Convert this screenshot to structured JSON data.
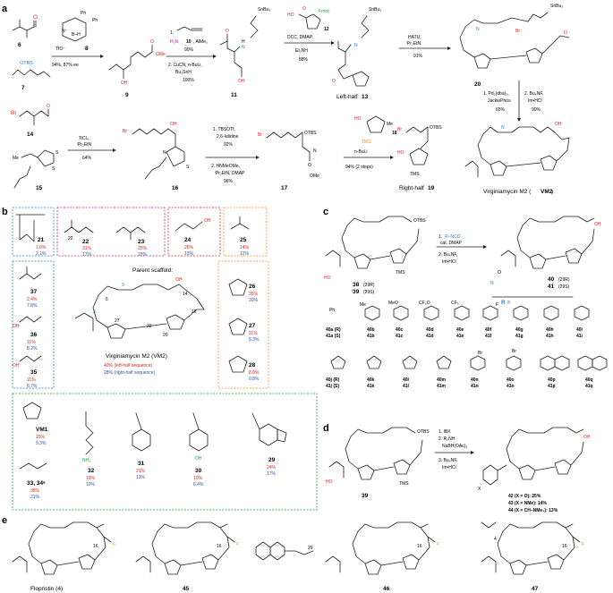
{
  "panels": {
    "a": "a",
    "b": "b",
    "c": "c",
    "d": "d",
    "e": "e"
  },
  "colors": {
    "black": "#231f20",
    "red": "#d7261e",
    "blue": "#2b82c9",
    "teal": "#0f8fa8",
    "green": "#1e9b3a",
    "magenta": "#b2278b",
    "purple": "#7b3fa0",
    "orange": "#f0941e",
    "pct_blue": "#2c4fa3",
    "pct_red": "#d7261e"
  },
  "panel_a": {
    "c6": "6",
    "c7": "7",
    "otbs": "OTBS",
    "c8": "8",
    "tfo": "TfO⁻",
    "ph": "Ph",
    "bh": "B–H",
    "nplus": "N⁺",
    "cond_8": "94%, 87% ee",
    "c9": "9",
    "ome": "OMe",
    "oh": "OH",
    "o": "O",
    "step1": "1.",
    "h2n": "H₂N",
    "c10": "10",
    "alme3": ", AlMe₃",
    "y90": "90%",
    "step2": "2. CuCN, n-BuLi,",
    "bu3snh": "Bu₃SnH",
    "y100": "100%",
    "c11": "11",
    "snbu3": "SnBu₃",
    "h": "H",
    "n": "N",
    "c12": "12",
    "fmoc": "Fmoc",
    "ho": "HO",
    "dcc": "DCC, DMAP,",
    "et2nh": "Et₂NH",
    "y88": "88%",
    "c13": "13",
    "left_half": "Left-half",
    "hatu": "HATU,",
    "ipr2etn": "ⁱPr₂EtN",
    "y91": "91%",
    "c20": "20",
    "br": "Br",
    "pd": "1. Pd₂(dba)₃,",
    "jackie": "JackiePhos",
    "y65": "65%",
    "bu4nf": "2. Bu₄NF,",
    "imhcl": "Im•HCl",
    "y90b": "90%",
    "c14": "14",
    "ticl4": "TiCl₄,",
    "y64": "64%",
    "c15": "15",
    "me": "Me",
    "s": "S",
    "c16": "16",
    "tbsotf": "1. TBSOTf,",
    "lutidine": "2,6-lutidine",
    "y92": "92%",
    "hnmeome": "2. HNMeOMe,",
    "dmap2": "ⁱPr₂EtN, DMAP",
    "y96": "96%",
    "c17": "17",
    "c18": "18",
    "tms": "TMS",
    "nbuli": "n-BuLi",
    "y94": "94% (2 steps)",
    "right_half": "Right-half",
    "c19": "19",
    "vm2": "Virginiamycin M2 (",
    "vm2b": "VM2",
    "vm2c": ")"
  },
  "panel_b": {
    "c21": "21",
    "p21": [
      "1.6%",
      "2.1%"
    ],
    "c22": "22",
    "p22": [
      "31%",
      "17%"
    ],
    "c23": "23",
    "p23": [
      "25%",
      "15%"
    ],
    "c24": "24",
    "p24": [
      "26%",
      "13%"
    ],
    "c25": "25",
    "p25": [
      "14%",
      "12%"
    ],
    "c37": "37",
    "p37": [
      "2.4%",
      "7.8%"
    ],
    "c36": "36",
    "p36": [
      "11%",
      "8.2%"
    ],
    "c35": "35",
    "p35": [
      "11%",
      "8.7%"
    ],
    "c26": "26",
    "p26": [
      "35%",
      "20%"
    ],
    "c27": "27",
    "p27": [
      "11%",
      "8.3%"
    ],
    "c28": "28",
    "p28": [
      "8.8%",
      "0.8%"
    ],
    "parent": "Parent scaffold:",
    "vm_name": "Virginiamycin M2 (VM2)",
    "vm_pct1": "40% (left-half sequence)",
    "vm_pct2": "28% (right-half sequence)",
    "nums": [
      "3",
      "5",
      "9",
      "14",
      "16",
      "20",
      "22",
      "27"
    ],
    "vm1": "VM1",
    "pvm1": [
      "15%",
      "9.3%"
    ],
    "c33": "33, 34ᵃ",
    "p33": [
      "38%",
      "21%"
    ],
    "c32": "32",
    "p32": [
      "19%",
      "10%"
    ],
    "c31": "31",
    "p31": [
      "21%",
      "13%"
    ],
    "c30": "30",
    "p30": [
      "10%",
      "6.4%"
    ],
    "c29": "29",
    "p29": [
      "24%",
      "17%"
    ],
    "nh2": "NH₂",
    "oh": "OH"
  },
  "panel_c": {
    "c38": "38",
    "r38": "(29R)",
    "c39": "39",
    "r39": "(29S)",
    "reag1": "1.",
    "rnco": "R–NCO",
    "cat": "cat. DMAP",
    "reag2": "2. Bu₄NF,",
    "reag3": "Im•HCl",
    "c40": "40",
    "r40": "(29R)",
    "c41": "41",
    "r41": "(29S)",
    "r_eq": "R =",
    "ph": "Ph",
    "row1": [
      "40a (R)",
      "40b",
      "40c",
      "40d",
      "40e",
      "40f",
      "40g",
      "40h",
      "40i"
    ],
    "row1b": [
      "41a (S)",
      "41b",
      "41c",
      "41d",
      "41e",
      "41f",
      "41g",
      "41h",
      "41i"
    ],
    "row2": [
      "40j (R)",
      "40k",
      "40l",
      "40m",
      "40n",
      "40o",
      "40p",
      "40q"
    ],
    "row2b": [
      "41j (S)",
      "41k",
      "41l",
      "41m",
      "41n",
      "41o",
      "41p",
      "41q"
    ],
    "subs": [
      "Me",
      "MeO",
      "CF₃O",
      "CF₃",
      "F",
      "N",
      "Br",
      "O"
    ]
  },
  "panel_d": {
    "c39": "39",
    "r1": "1. IBX",
    "r2": "2. R₂NH",
    "r2b": "NaBH(OAc)₃",
    "r3": "3. Bu₄NF,",
    "r3b": "Im•HCl",
    "p42": "42 (X = O): 25%",
    "p43": "43 (X = NMe): 14%",
    "p44": "44 (X = CH–NMe₂): 13%",
    "x": "X"
  },
  "panel_e": {
    "flop": "Flopristin (4)",
    "c45": "45",
    "c46": "46",
    "c47": "47",
    "f": "F",
    "n16": "16",
    "n29": "29",
    "n4": "4"
  }
}
